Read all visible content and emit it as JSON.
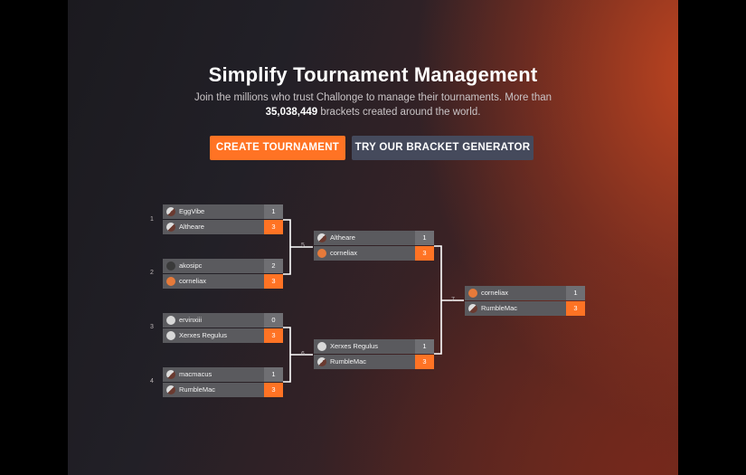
{
  "hero": {
    "title": "Simplify Tournament Management",
    "subtitle_line1": "Join the millions who trust Challonge to manage their tournaments. More than",
    "bracket_count": "35,038,449",
    "subtitle_line2_rest": " brackets created around the world."
  },
  "buttons": {
    "create": "CREATE TOURNAMENT",
    "try": "TRY OUR BRACKET GENERATOR"
  },
  "bracket": {
    "round1": [
      {
        "number": "1",
        "top": {
          "name": "EggVibe",
          "score": "1"
        },
        "bottom": {
          "name": "Altheare",
          "score": "3"
        }
      },
      {
        "number": "2",
        "top": {
          "name": "akosipc",
          "score": "2"
        },
        "bottom": {
          "name": "corneliax",
          "score": "3"
        }
      },
      {
        "number": "3",
        "top": {
          "name": "ervinxiii",
          "score": "0"
        },
        "bottom": {
          "name": "Xerxes Regulus",
          "score": "3"
        }
      },
      {
        "number": "4",
        "top": {
          "name": "macmacus",
          "score": "1"
        },
        "bottom": {
          "name": "RumbleMac",
          "score": "3"
        }
      }
    ],
    "round2": [
      {
        "number": "5",
        "top": {
          "name": "Altheare",
          "score": "1"
        },
        "bottom": {
          "name": "corneliax",
          "score": "3"
        }
      },
      {
        "number": "6",
        "top": {
          "name": "Xerxes Regulus",
          "score": "1"
        },
        "bottom": {
          "name": "RumbleMac",
          "score": "3"
        }
      }
    ],
    "final": {
      "number": "7",
      "top": {
        "name": "corneliax",
        "score": "1"
      },
      "bottom": {
        "name": "RumbleMac",
        "score": "3"
      }
    }
  },
  "colors": {
    "accent": "#ff7324",
    "secondary_button": "#454a5c",
    "row_bg": "#5a5a5e"
  }
}
